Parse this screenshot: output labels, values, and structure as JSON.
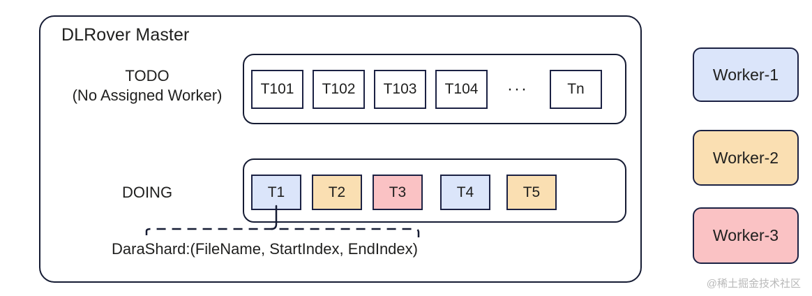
{
  "diagram": {
    "title": "DLRover Master",
    "watermark": "@稀土掘金技术社区",
    "colors": {
      "stroke": "#151b33",
      "chip_stroke": "#1b2143",
      "blue": "#dbe5fa",
      "orange": "#fadfb2",
      "pink": "#fac2c4",
      "background": "#ffffff"
    }
  },
  "todo_row": {
    "label_line1": "TODO",
    "label_line2": "(No Assigned Worker)",
    "tasks": [
      {
        "label": "T101",
        "fill": "white"
      },
      {
        "label": "T102",
        "fill": "white"
      },
      {
        "label": "T103",
        "fill": "white"
      },
      {
        "label": "T104",
        "fill": "white"
      },
      {
        "label": "Tn",
        "fill": "white"
      }
    ],
    "ellipsis": "···"
  },
  "doing_row": {
    "label": "DOING",
    "tasks": [
      {
        "label": "T1",
        "fill": "blue"
      },
      {
        "label": "T2",
        "fill": "orange"
      },
      {
        "label": "T3",
        "fill": "pink"
      },
      {
        "label": "T4",
        "fill": "blue"
      },
      {
        "label": "T5",
        "fill": "orange"
      }
    ],
    "shard_caption": "DaraShard:(FileName, StartIndex, EndIndex)"
  },
  "workers": [
    {
      "label": "Worker-1",
      "fill": "blue"
    },
    {
      "label": "Worker-2",
      "fill": "orange"
    },
    {
      "label": "Worker-3",
      "fill": "pink"
    }
  ]
}
